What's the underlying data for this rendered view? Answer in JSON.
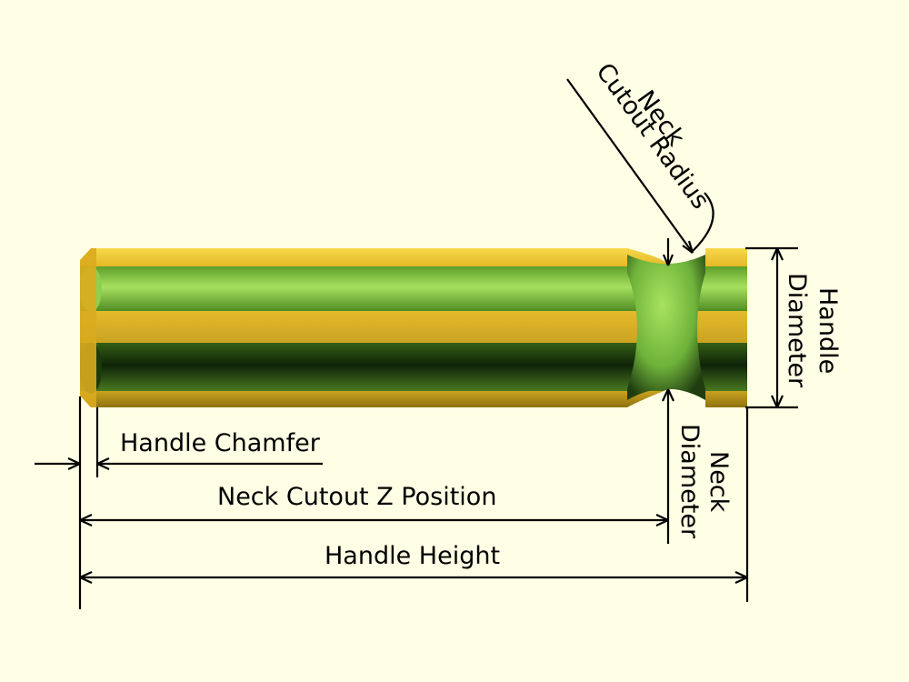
{
  "labels": {
    "neck_line1": "Neck",
    "neck_line2": "Cutout Radius",
    "handle_diam_line1": "Handle",
    "handle_diam_line2": "Diameter",
    "neck_diam_line1": "Neck",
    "neck_diam_line2": "Diameter",
    "handle_chamfer": "Handle Chamfer",
    "neck_cutout_z": "Neck Cutout Z Position",
    "handle_height": "Handle Height"
  },
  "colors": {
    "background": "#ffffe5",
    "face_yellow": "#f2cc2e",
    "face_green": "#9cdb54",
    "dark_green": "#1f3d10",
    "ink": "#000000"
  }
}
